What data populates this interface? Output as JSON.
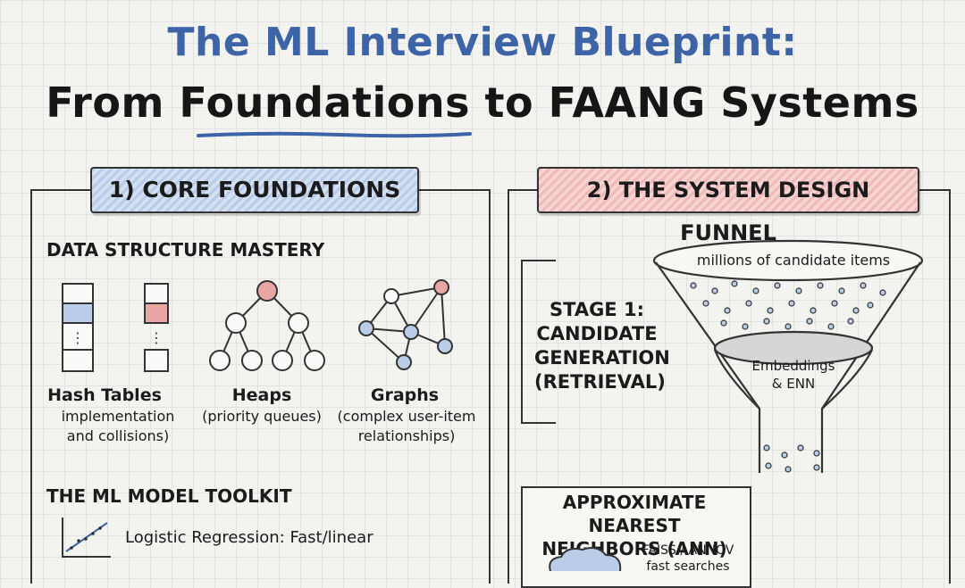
{
  "title": {
    "line1": "The ML Interview Blueprint:",
    "line2_prefix": "From ",
    "line2_highlight": "Foundations",
    "line2_suffix": " to FAANG Systems"
  },
  "left_panel": {
    "badge": "1) CORE FOUNDATIONS",
    "data_structures": {
      "heading": "DATA STRUCTURE MASTERY",
      "items": [
        {
          "name": "Hash Tables",
          "desc_line1": "implementation",
          "desc_line2": "and collisions)"
        },
        {
          "name": "Heaps",
          "desc_line1": "(priority queues)",
          "desc_line2": ""
        },
        {
          "name": "Graphs",
          "desc_line1": "(complex user-item",
          "desc_line2": "relationships)"
        }
      ],
      "hash_cell_ellipsis": "⋮"
    },
    "toolkit": {
      "heading": "THE ML MODEL TOOLKIT",
      "items": [
        {
          "text": "Logistic Regression: Fast/linear"
        }
      ]
    }
  },
  "right_panel": {
    "badge": "2) THE SYSTEM DESIGN FUNNEL",
    "funnel_top_label": "millions of candidate items",
    "funnel_inner_line1": "Embeddings",
    "funnel_inner_line2": "& ENN",
    "stage": {
      "line1": "STAGE 1:",
      "line2": "CANDIDATE",
      "line3": "GENERATION",
      "line4": "(RETRIEVAL)"
    },
    "ann": {
      "title_line1": "APPROXIMATE NEAREST",
      "title_line2": "NEIGHBORS (ANN)",
      "tool_line1": "FAISS / ANNOV",
      "tool_line2": "fast searches"
    }
  },
  "colors": {
    "title_blue": "#3d64a6",
    "badge_blue": "#c8d8ef",
    "badge_red": "#f2c6c4",
    "node_blue": "#b9cde8",
    "node_red": "#eaa6a4"
  }
}
